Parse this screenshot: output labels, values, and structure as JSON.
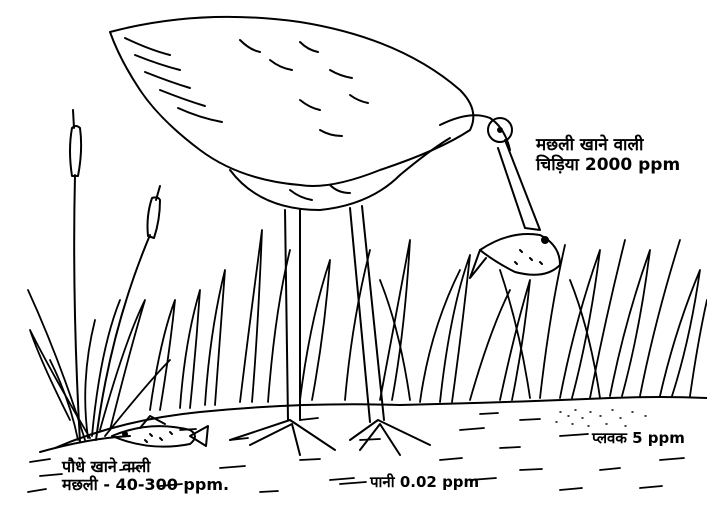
{
  "labels": {
    "bird": {
      "line1": "मछली खाने वाली",
      "line2": "चिड़िया 2000 ppm"
    },
    "plankton": "प्लवक 5 ppm",
    "water": "पानी 0.02 ppm",
    "herbivore_fish": {
      "line1": "पौधे खाने वाली",
      "line2": "मछली - 40-300 ppm."
    }
  }
}
